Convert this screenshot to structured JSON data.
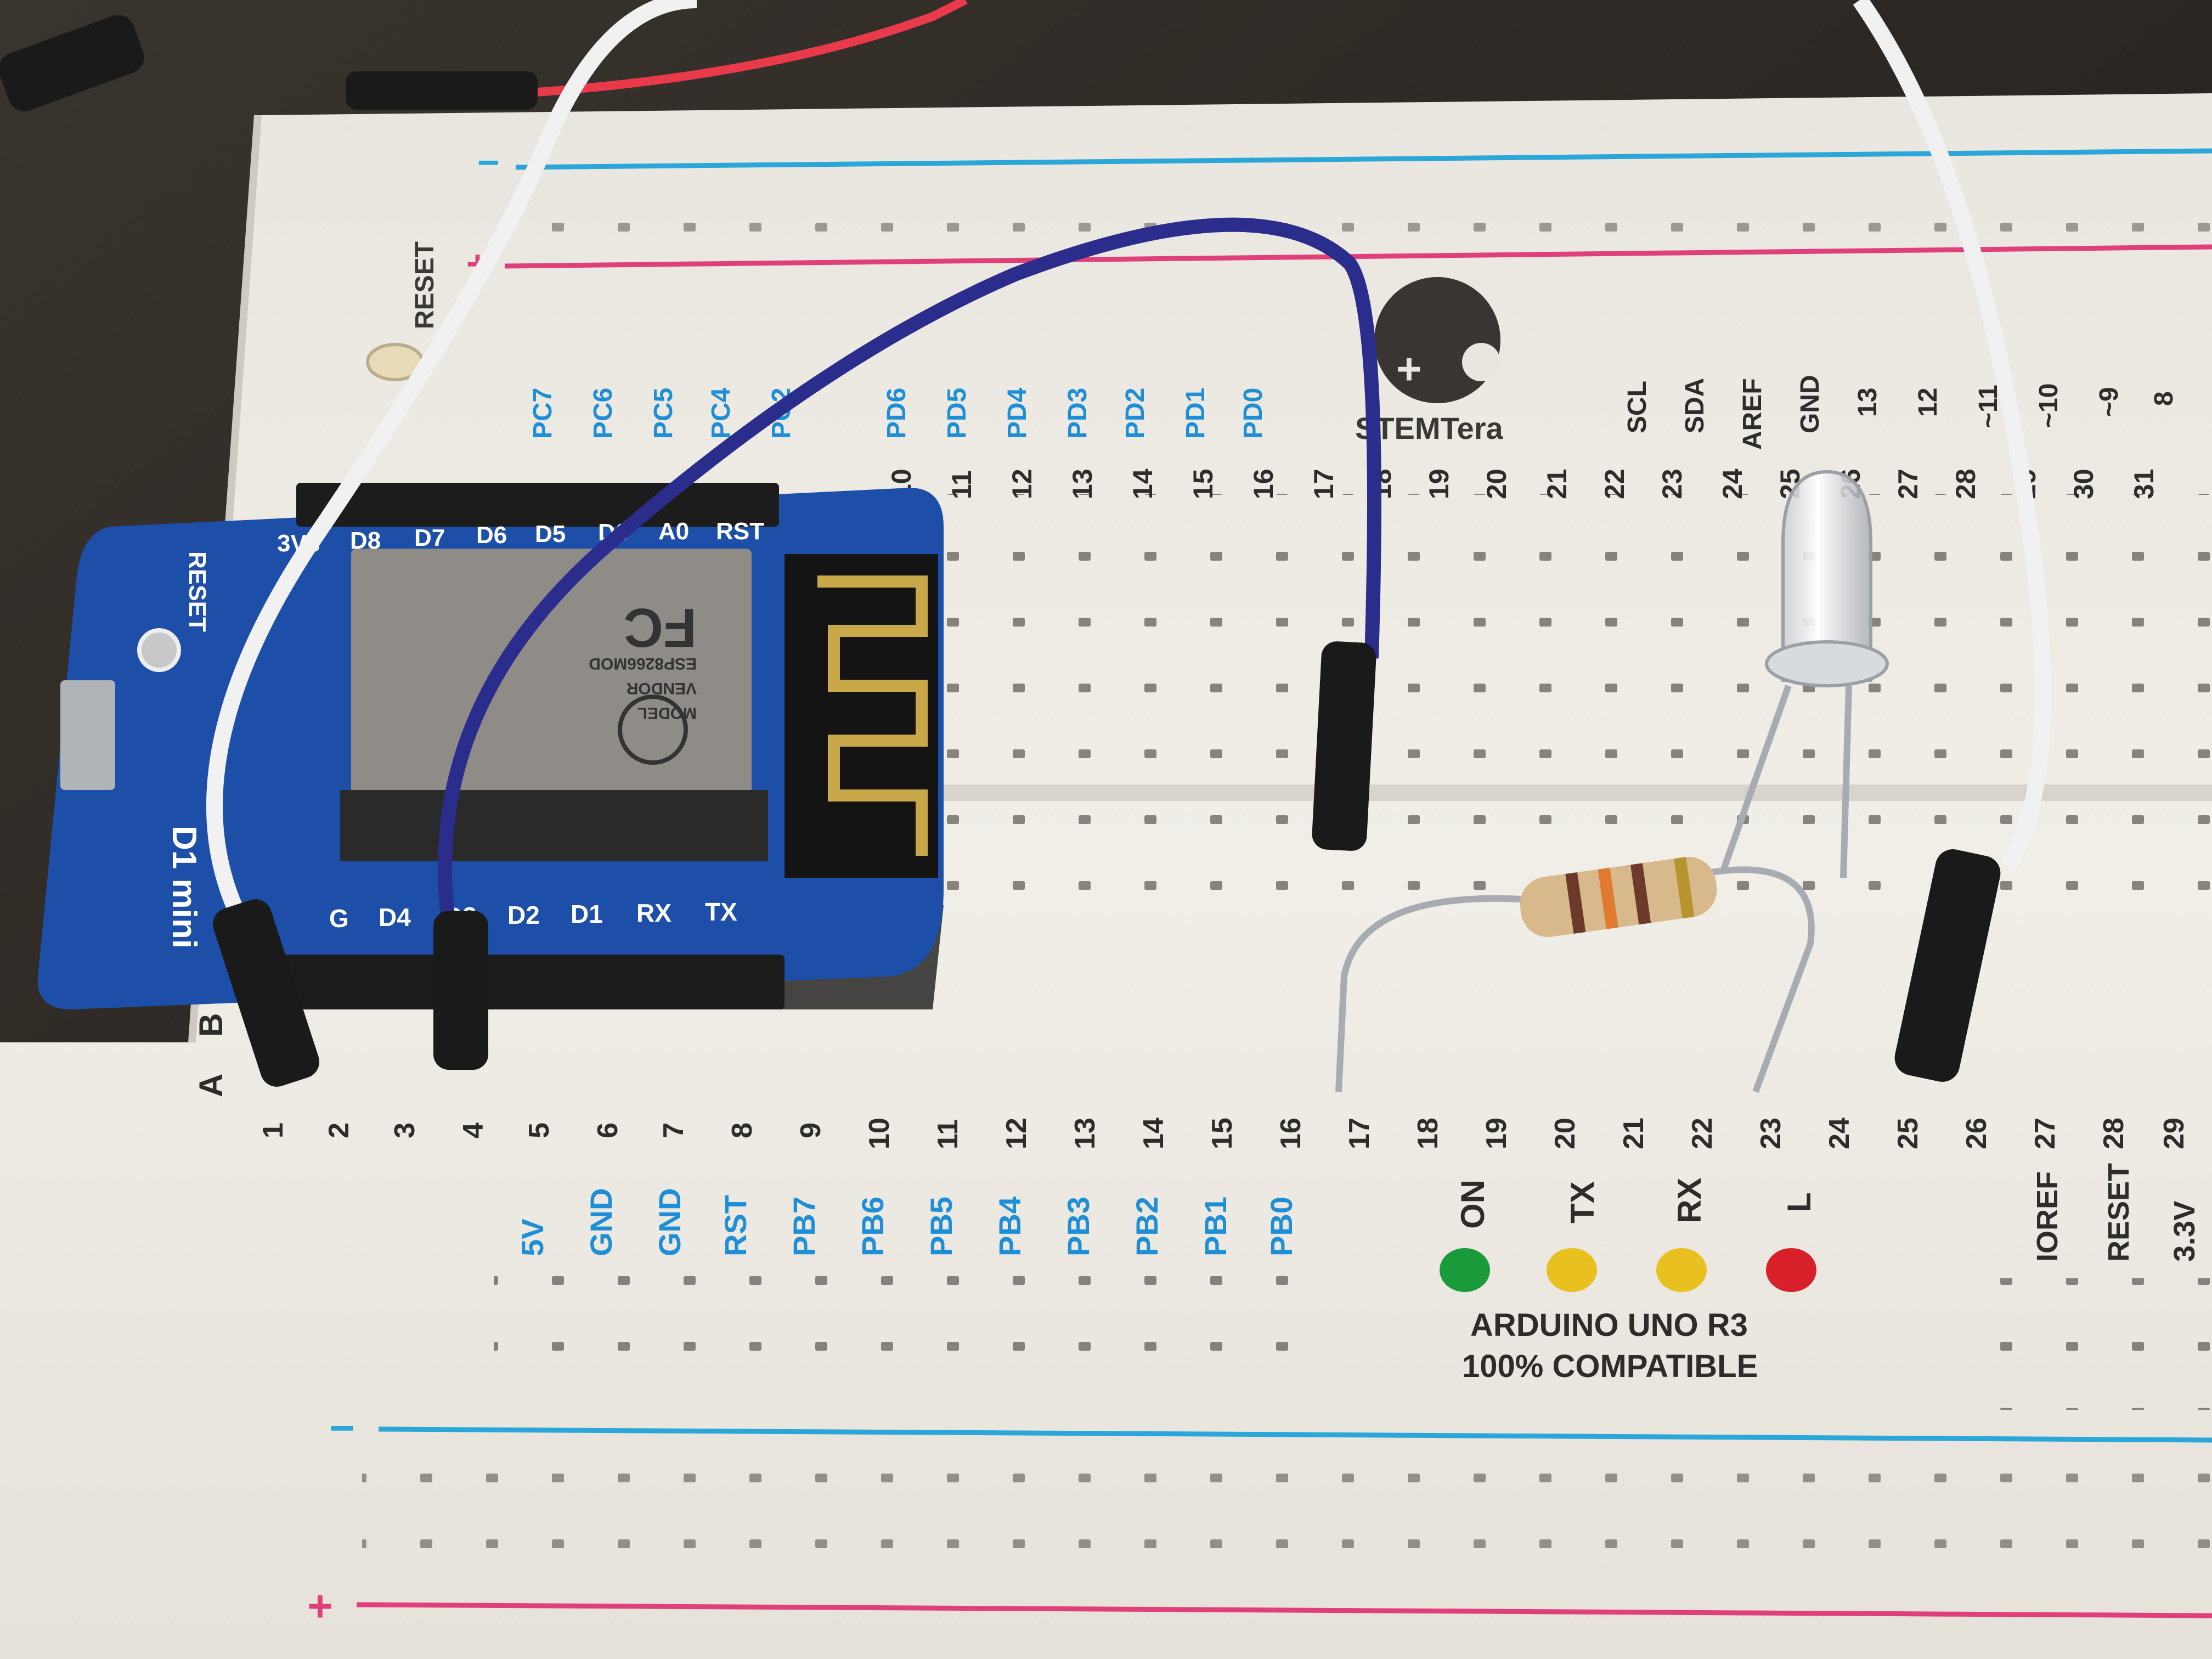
{
  "colors": {
    "board": "#ece8e1",
    "pcb": "#1e4fa8",
    "blue_label": "#1e8fd6",
    "rail_blue": "#2aa7d8",
    "rail_red": "#e0407a",
    "wire_white": "#f1f1f1",
    "wire_blue": "#2a2d8c",
    "wire_red": "#e83a4a",
    "led_green": "#1a9a3a",
    "led_yellow": "#e8c020",
    "led_red": "#d8202a"
  },
  "breadboard": {
    "reset_label": "RESET",
    "rail_minus": "−",
    "rail_plus": "+",
    "brand": "STEMTera",
    "top_header_labels": [
      "PC7",
      "PC6",
      "PC5",
      "PC4",
      "PC2",
      "PD6",
      "PD5",
      "PD4",
      "PD3",
      "PD2",
      "PD1",
      "PD0"
    ],
    "top_power_labels": [
      "SCL",
      "SDA",
      "AREF",
      "GND",
      "13",
      "12",
      "~11",
      "~10",
      "~9",
      "8"
    ],
    "top_column_numbers": [
      "10",
      "11",
      "12",
      "13",
      "14",
      "15",
      "16",
      "17",
      "18",
      "19",
      "20",
      "21",
      "22",
      "23",
      "24",
      "25",
      "26",
      "27",
      "28",
      "29",
      "30",
      "31"
    ],
    "row_letters": [
      "A",
      "B"
    ],
    "bottom_column_numbers": [
      "1",
      "2",
      "3",
      "4",
      "5",
      "6",
      "7",
      "8",
      "9",
      "10",
      "11",
      "12",
      "13",
      "14",
      "15",
      "16",
      "17",
      "18",
      "19",
      "20",
      "21",
      "22",
      "23",
      "24",
      "25",
      "26",
      "27",
      "28",
      "29"
    ],
    "bottom_header_labels": [
      "5V",
      "GND",
      "GND",
      "RST",
      "PB7",
      "PB6",
      "PB5",
      "PB4",
      "PB3",
      "PB2",
      "PB1",
      "PB0"
    ],
    "status_leds": [
      "ON",
      "TX",
      "RX",
      "L"
    ],
    "power_labels": [
      "IOREF",
      "RESET",
      "3.3V"
    ],
    "product_line1": "ARDUINO UNO R3",
    "product_line2": "100% COMPATIBLE"
  },
  "module": {
    "name": "D1 mini",
    "reset_label": "RESET",
    "top_pins": [
      "3V3",
      "D8",
      "D7",
      "D6",
      "D5",
      "D0",
      "A0",
      "RST"
    ],
    "bottom_pins": [
      "G",
      "D4",
      "D3",
      "D2",
      "D1",
      "RX",
      "TX"
    ],
    "chip_text_1": "MODEL",
    "chip_text_2": "VENDOR",
    "chip_text_3": "ESP8266MOD"
  }
}
